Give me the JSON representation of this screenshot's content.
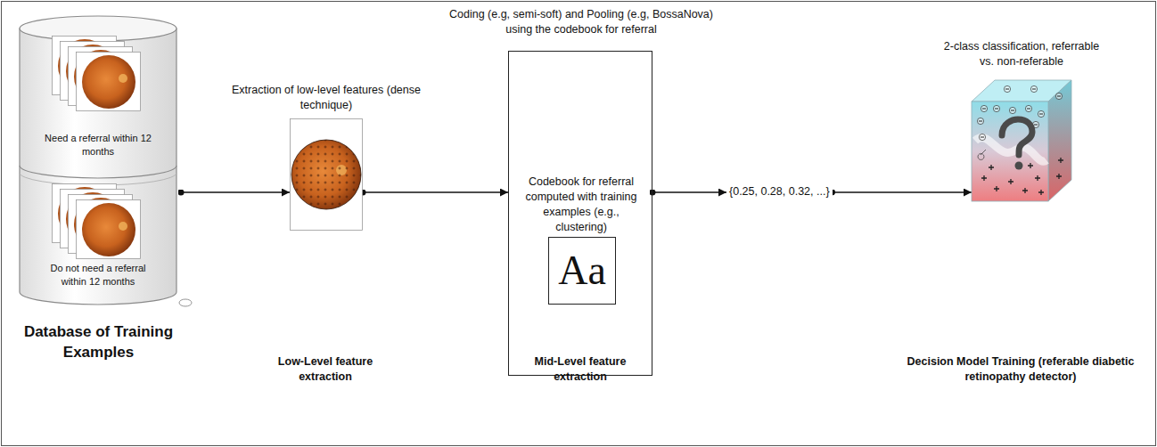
{
  "diagram": {
    "nodes": [
      {
        "text": [
          "Need a referral within 12 months",
          "Do not need a referral within 12 months",
          "Database of Training Examples"
        ]
      },
      {
        "text": [
          "Extraction of low-level features (dense technique)"
        ]
      },
      {
        "text": [
          "Coding (e.g, semi-soft) and Pooling (e.g, BossaNova) using the codebook for referral",
          "Codebook for referral computed with training examples (e.g., clustering)"
        ]
      },
      {
        "text": [
          "Aa"
        ],
        "in": 2
      },
      {
        "text": [
          "{0.25, 0.28, 0.32, ...}"
        ]
      },
      {
        "text": [
          "2-class classification, referrable vs. non-referable"
        ]
      }
    ],
    "edges": [
      {
        "from": 0,
        "to": 1,
        "arrow": "to"
      },
      {
        "from": 1,
        "to": 2,
        "arrow": "to"
      },
      {
        "from": 2,
        "to": 4,
        "arrow": "to"
      },
      {
        "from": 4,
        "to": 5,
        "arrow": "to"
      }
    ],
    "labels": [
      "Low-Level feature extraction",
      "Mid-Level feature extraction",
      "Decision Model Training (referable diabetic retinopathy detector)"
    ]
  }
}
